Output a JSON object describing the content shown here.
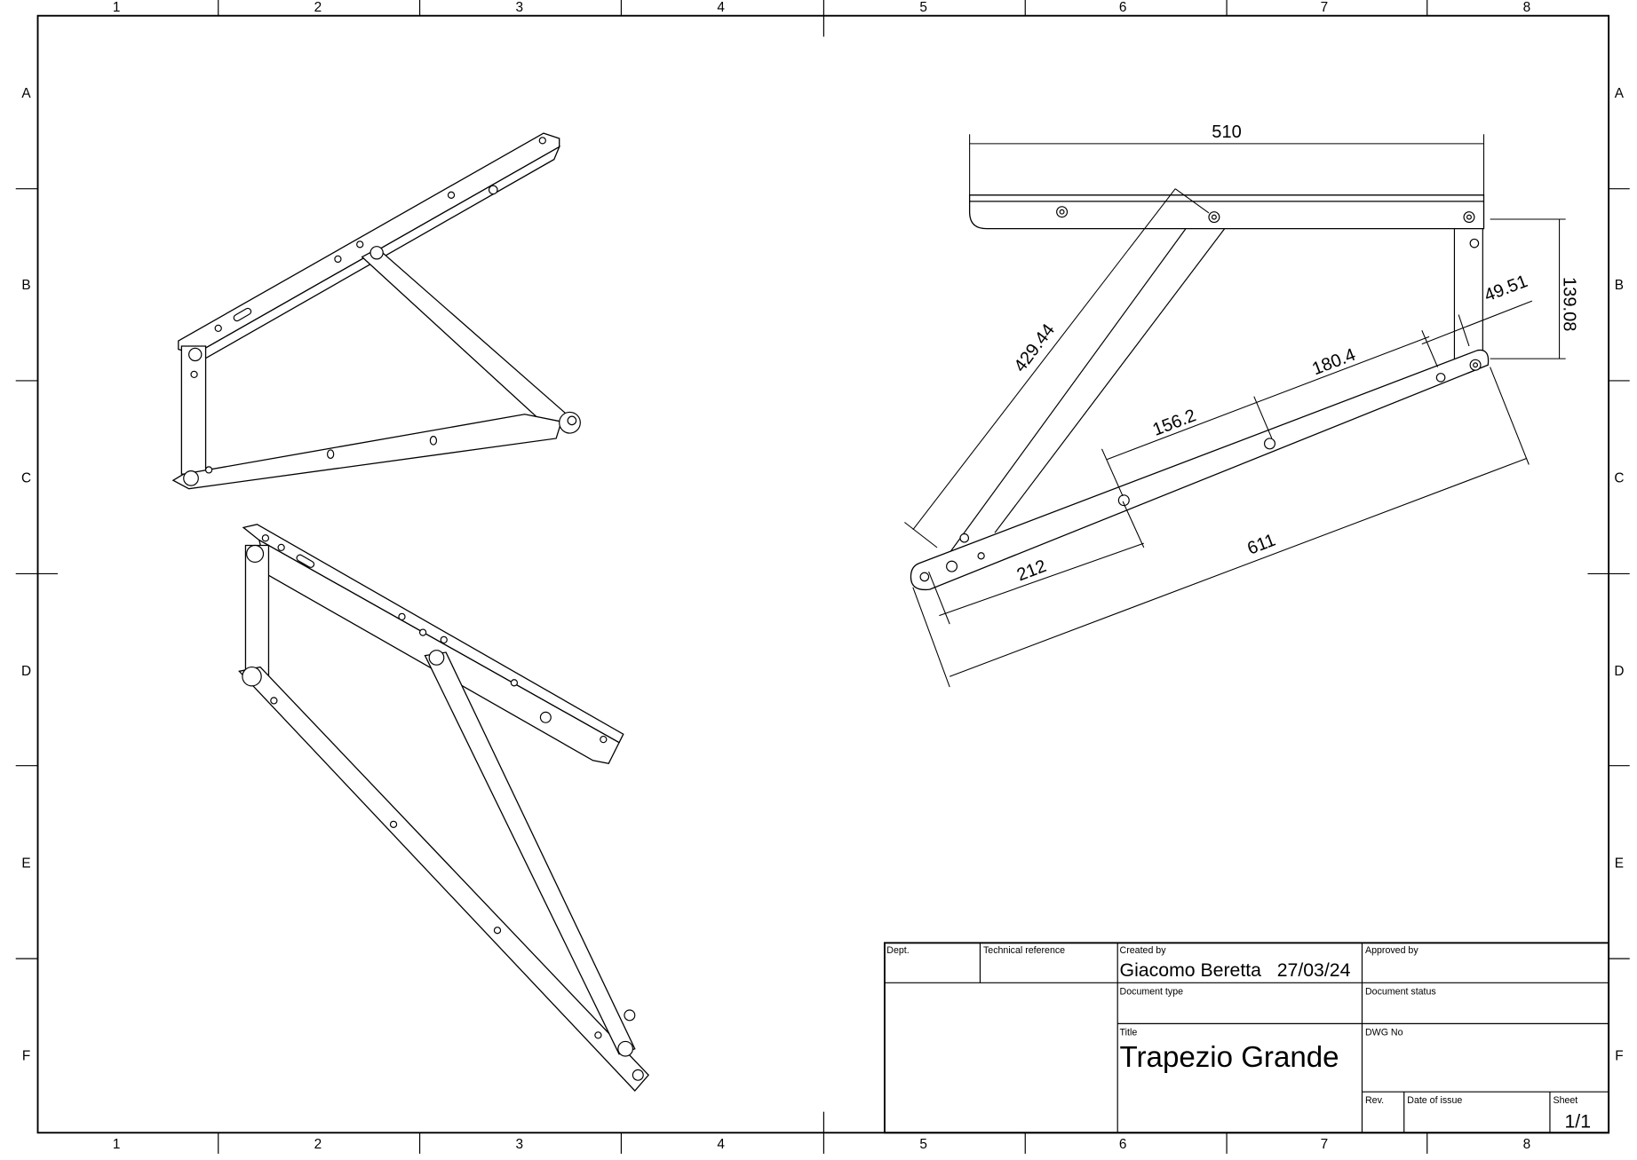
{
  "sheet": {
    "columns": [
      "1",
      "2",
      "3",
      "4",
      "5",
      "6",
      "7",
      "8"
    ],
    "rows": [
      "A",
      "B",
      "C",
      "D",
      "E",
      "F"
    ]
  },
  "dimensions": {
    "top_width": "510",
    "strut_length": "429.44",
    "vertical_height": "139.08",
    "offset": "49.51",
    "hole_spacing_1": "180.4",
    "hole_spacing_2": "156.2",
    "hole_to_end": "212",
    "overall_length": "611"
  },
  "title_block": {
    "dept_label": "Dept.",
    "technical_reference_label": "Technical reference",
    "created_by_label": "Created by",
    "created_by_value": "Giacomo Beretta   27/03/24",
    "approved_by_label": "Approved by",
    "document_type_label": "Document type",
    "document_status_label": "Document status",
    "title_label": "Title",
    "title_value": "Trapezio Grande",
    "dwg_no_label": "DWG No",
    "rev_label": "Rev.",
    "date_of_issue_label": "Date of issue",
    "sheet_label": "Sheet",
    "sheet_value": "1/1"
  }
}
